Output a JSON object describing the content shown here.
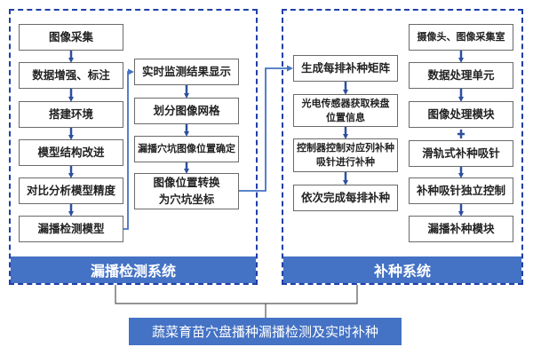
{
  "title": "蔬菜育苗穴盘播种漏播检测及实时补种",
  "panels": {
    "detection": {
      "label": "漏播检测系统",
      "col1": [
        "图像采集",
        "数据增强、标注",
        "搭建环境",
        "模型结构改进",
        "对比分析模型精度",
        "漏播检测模型"
      ],
      "col2": [
        "实时监测结果显示",
        "划分图像网格",
        "漏播穴坑图像位置确定",
        "图像位置转换\n为穴坑坐标"
      ]
    },
    "reseeding": {
      "label": "补种系统",
      "col1": [
        "生成每排补种矩阵",
        "光电传感器获取秧盘\n位置信息",
        "控制器控制对应列补种\n吸针进行补种",
        "依次完成每排补种"
      ],
      "col2": [
        "摄像头、图像采集室",
        "数据处理单元",
        "图像处理模块",
        "滑轨式补种吸针",
        "补种吸针独立控制",
        "漏播补种模块"
      ]
    }
  },
  "colors": {
    "accent": "#4472c4",
    "dash": "#1f3fa8",
    "arrow": "#2e4f9e",
    "connector": "#4472c4"
  }
}
